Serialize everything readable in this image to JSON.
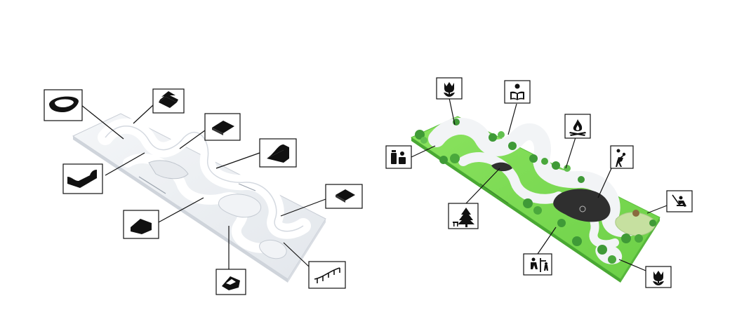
{
  "colors": {
    "background": "#ffffff",
    "platform": "#eef0f3",
    "platform_edge": "#c9ced6",
    "path_white": "#fbfcfd",
    "grass": "#7ed957",
    "grass_dark": "#4fb83a",
    "tree": "#3f9a37",
    "tree_light": "#62c04f",
    "pond": "#2f2f2f",
    "sand": "#c6e0a0",
    "icon": "#111111"
  },
  "left_panel": {
    "name": "skatepark-plan-neutral",
    "callouts": [
      {
        "id": "bowl",
        "icon": "bowl-ramp-icon"
      },
      {
        "id": "stairs",
        "icon": "stairs-ledge-icon"
      },
      {
        "id": "flat-bank",
        "icon": "flat-bank-icon"
      },
      {
        "id": "quarter-pipe",
        "icon": "quarter-pipe-icon"
      },
      {
        "id": "half-pipe",
        "icon": "mini-ramp-icon"
      },
      {
        "id": "funbox",
        "icon": "funbox-icon"
      },
      {
        "id": "pyramid",
        "icon": "pyramid-icon"
      },
      {
        "id": "rail",
        "icon": "grind-rail-icon"
      },
      {
        "id": "manual-pad",
        "icon": "manual-pad-icon"
      }
    ]
  },
  "right_panel": {
    "name": "park-plan-landscaped",
    "callouts": [
      {
        "id": "flowers-top",
        "icon": "tulip-icon"
      },
      {
        "id": "reading",
        "icon": "reading-area-icon"
      },
      {
        "id": "picnic",
        "icon": "campfire-icon"
      },
      {
        "id": "garbage",
        "icon": "waste-bins-icon"
      },
      {
        "id": "volleyball",
        "icon": "volleyball-icon"
      },
      {
        "id": "forest",
        "icon": "tree-bench-icon"
      },
      {
        "id": "swing",
        "icon": "swing-icon"
      },
      {
        "id": "playground",
        "icon": "playground-icon"
      },
      {
        "id": "flowers-bottom",
        "icon": "tulip-icon"
      }
    ]
  }
}
